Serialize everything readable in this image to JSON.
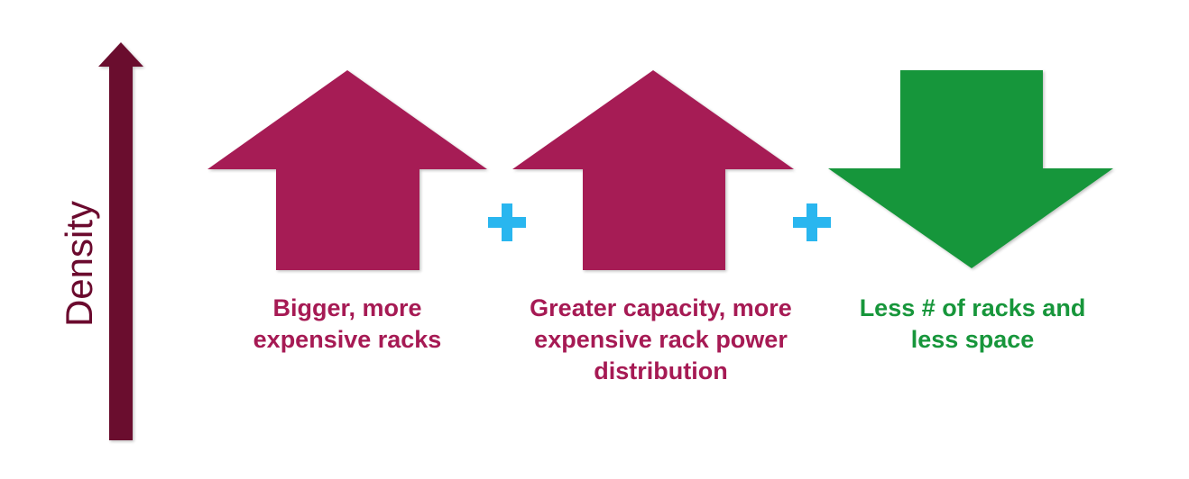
{
  "axis": {
    "label": "Density",
    "color": "#6b0a2e"
  },
  "items": [
    {
      "icon": "arrow-up-icon",
      "direction": "up",
      "color": "#a61a54",
      "caption": "Bigger, more\nexpensive racks"
    },
    {
      "icon": "arrow-up-icon",
      "direction": "up",
      "color": "#a61a54",
      "caption": "Greater capacity, more\nexpensive rack power\ndistribution"
    },
    {
      "icon": "arrow-down-icon",
      "direction": "down",
      "color": "#17963b",
      "caption": "Less # of racks and\nless space"
    }
  ],
  "plus_symbols": [
    {
      "icon": "plus-icon",
      "color": "#29b6ef"
    },
    {
      "icon": "plus-icon",
      "color": "#29b6ef"
    }
  ]
}
